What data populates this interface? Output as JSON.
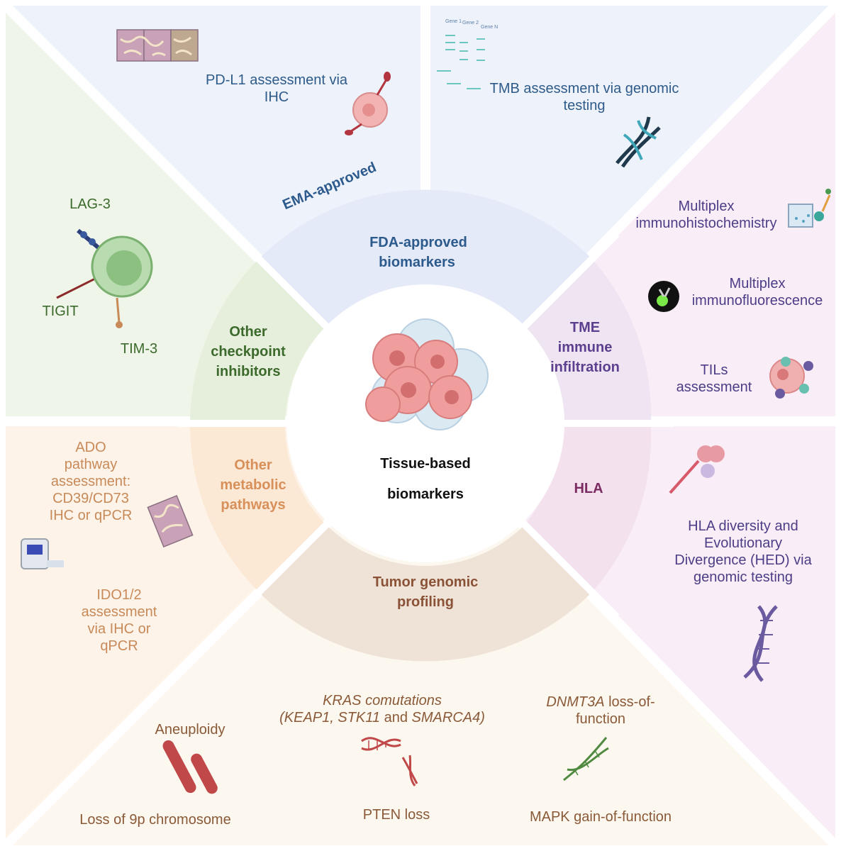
{
  "center": {
    "title": [
      "Tissue-based",
      "biomarkers"
    ]
  },
  "inner_ring": {
    "fda": [
      "FDA-approved",
      "biomarkers"
    ],
    "tme": [
      "TME",
      "immune",
      "infiltration"
    ],
    "hla": "HLA",
    "genomic": [
      "Tumor genomic",
      "profiling"
    ],
    "metabolic": [
      "Other",
      "metabolic",
      "pathways"
    ],
    "checkpoint": [
      "Other",
      "checkpoint",
      "inhibitors"
    ]
  },
  "ema_label": "EMA-approved",
  "outer": {
    "pdl1": [
      "PD-L1 assessment via",
      "IHC"
    ],
    "tmb": [
      "TMB assessment via genomic",
      "testing"
    ],
    "gene_labels": [
      "Gene 1",
      "Gene 2",
      "Gene N"
    ],
    "multiplex_ihc": [
      "Multiplex",
      "immunohistochemistry"
    ],
    "multiplex_if": [
      "Multiplex",
      "immunofluorescence"
    ],
    "tils": [
      "TILs",
      "assessment"
    ],
    "hla_div": [
      "HLA diversity and",
      "Evolutionary",
      "Divergence (HED) via",
      "genomic testing"
    ],
    "lag3": "LAG-3",
    "tigit": "TIGIT",
    "tim3": "TIM-3",
    "ado": [
      "ADO",
      "pathway",
      "assessment:",
      "CD39/CD73",
      "IHC or qPCR"
    ],
    "ido": [
      "IDO1/2",
      "assessment",
      "via IHC or",
      "qPCR"
    ],
    "aneuploidy": "Aneuploidy",
    "loss9p": "Loss of 9p chromosome",
    "kras_l1": "KRAS comutations",
    "kras_open": "(KEAP1, ",
    "kras_stk": "STK11",
    "kras_and": " and ",
    "kras_smarca": "SMARCA4)",
    "pten": "PTEN loss",
    "dnmt_gene": "DNMT3A",
    "dnmt_rest": " loss-of-",
    "dnmt_l2": "function",
    "mapk": "MAPK gain-of-function"
  },
  "colors": {
    "fda": "#2c5a8c",
    "tme": "#5c3f8e",
    "hla": "#7a2c62",
    "genomic": "#8a5236",
    "metabolic": "#d8905a",
    "checkpoint": "#3c6a2c",
    "outer_text_blue": "#2e5b8a",
    "outer_text_purple": "#4c3d86",
    "outer_text_brown": "#8a5a38",
    "outer_text_orange": "#c88a58",
    "outer_text_green": "#3c6a2c"
  }
}
